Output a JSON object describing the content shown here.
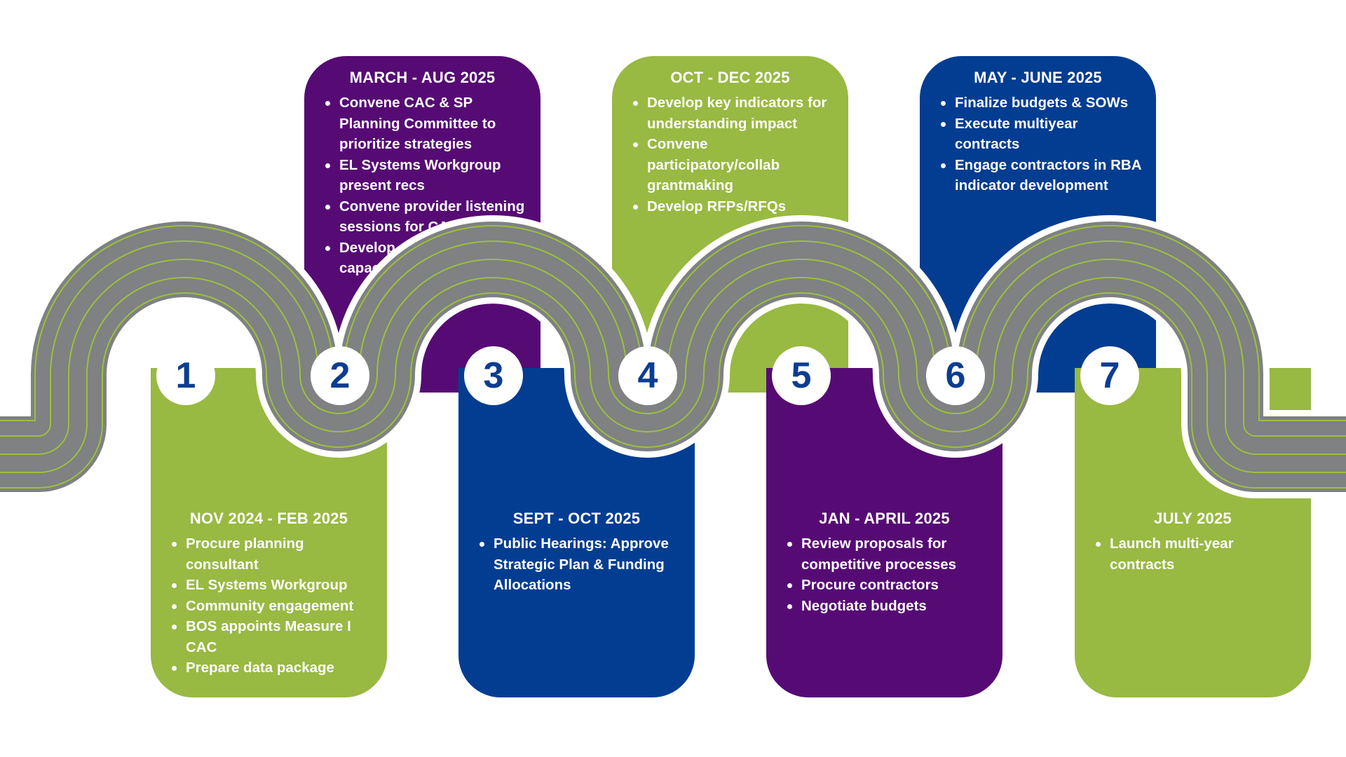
{
  "colors": {
    "green": "#98b942",
    "purple": "#560b74",
    "blue": "#033d91",
    "road": "#7f8182",
    "road_line": "#9cc03e",
    "badge_text": "#0b3d91"
  },
  "steps": [
    {
      "number": "1",
      "period": "NOV 2024 - FEB 2025",
      "color": "green",
      "items": [
        "Procure planning consultant",
        "EL Systems Workgroup",
        "Community engagement",
        "BOS appoints Measure I CAC",
        "Prepare data package"
      ]
    },
    {
      "number": "2",
      "period": "MARCH - AUG 2025",
      "color": "purple",
      "items": [
        "Convene  CAC & SP Planning Committee to prioritize strategies",
        "EL Systems Workgroup present recs",
        "Convene provider listening sessions for CAC",
        "Develop goals for internal capacity"
      ]
    },
    {
      "number": "3",
      "period": "SEPT - OCT 2025",
      "color": "blue",
      "items": [
        "Public Hearings: Approve Strategic Plan & Funding Allocations"
      ]
    },
    {
      "number": "4",
      "period": "OCT - DEC 2025",
      "color": "green",
      "items": [
        "Develop key indicators for understanding impact",
        "Convene participatory/collab grantmaking",
        "Develop RFPs/RFQs"
      ]
    },
    {
      "number": "5",
      "period": "JAN - APRIL 2025",
      "color": "purple",
      "items": [
        "Review proposals for competitive processes",
        "Procure contractors",
        "Negotiate budgets"
      ]
    },
    {
      "number": "6",
      "period": "MAY - JUNE 2025",
      "color": "blue",
      "items": [
        "Finalize budgets & SOWs",
        "Execute multiyear contracts",
        "Engage contractors in RBA indicator development"
      ]
    },
    {
      "number": "7",
      "period": "JULY 2025",
      "color": "green",
      "items": [
        "Launch multi-year contracts"
      ]
    }
  ]
}
